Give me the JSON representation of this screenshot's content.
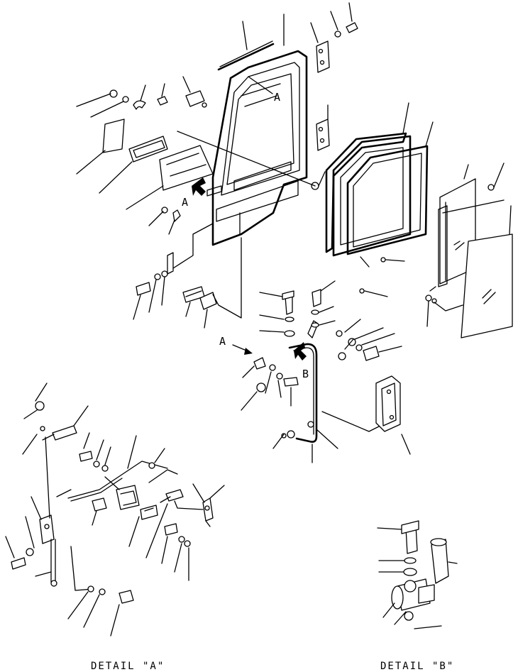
{
  "labels": {
    "view_a_top": "A",
    "view_a_left": "A",
    "view_a_hinge": "A",
    "view_b": "B"
  },
  "captions": {
    "detail_a": "DETAIL \"A\"",
    "detail_b": "DETAIL \"B\""
  }
}
